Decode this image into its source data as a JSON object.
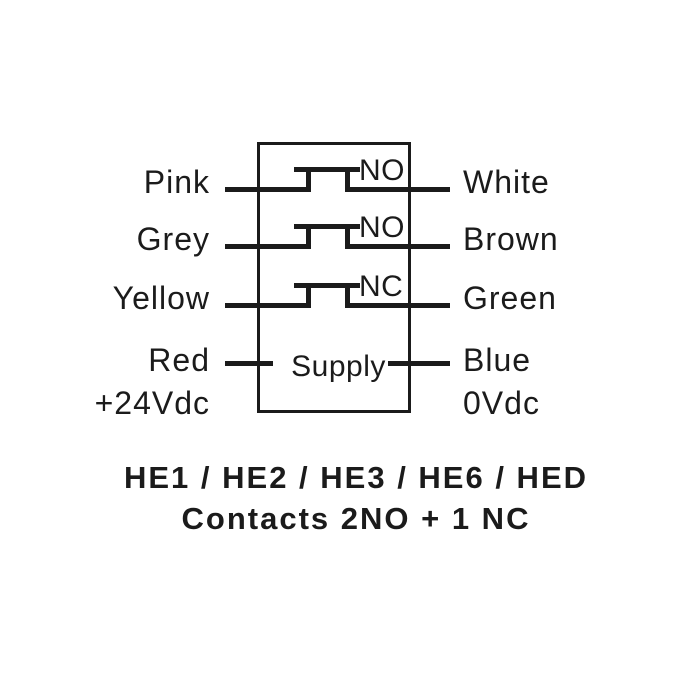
{
  "diagram": {
    "title_context": "sensor wiring diagram",
    "connection_rows": [
      {
        "left_label": "Pink",
        "contact_label": "NO",
        "right_label": "White"
      },
      {
        "left_label": "Grey",
        "contact_label": "NO",
        "right_label": "Brown"
      },
      {
        "left_label": "Yellow",
        "contact_label": "NC",
        "right_label": "Green"
      },
      {
        "left_label": "Red",
        "contact_label": "Supply",
        "right_label": "Blue",
        "left_sublabel": "+24Vdc",
        "right_sublabel": "0Vdc"
      }
    ],
    "caption": {
      "line1": "HE1 / HE2 / HE3 / HE6 / HED",
      "line2": "Contacts 2NO + 1 NC"
    },
    "colors": {
      "ink": "#1b1b1b",
      "background": "#ffffff"
    }
  }
}
